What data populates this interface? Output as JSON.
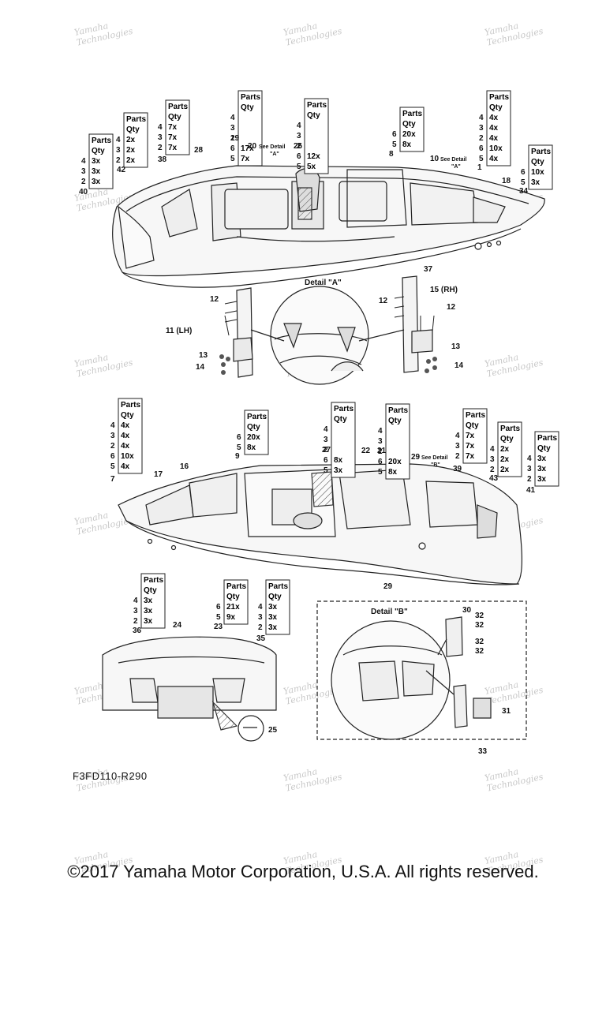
{
  "diagram": {
    "code": "F3FD110-R290",
    "copyright": "©2017 Yamaha Motor Corporation, U.S.A. All rights reserved.",
    "watermark": [
      "Yamaha",
      "Technologies"
    ],
    "box_header": [
      "Parts",
      "Qty"
    ],
    "detail_a_title": "Detail \"A\"",
    "detail_b_title": "Detail \"B\"",
    "see_detail": "See Detail",
    "see_a": "\"A\"",
    "see_b": "\"B\"",
    "lh_label": "11 (LH)",
    "rh_label": "15 (RH)",
    "parts_boxes": [
      {
        "id": "b1",
        "rows": [
          [
            "4",
            "3x"
          ],
          [
            "3",
            "3x"
          ],
          [
            "2",
            "3x"
          ]
        ]
      },
      {
        "id": "b2",
        "rows": [
          [
            "4",
            "2x"
          ],
          [
            "3",
            "2x"
          ],
          [
            "2",
            "2x"
          ]
        ]
      },
      {
        "id": "b3",
        "rows": [
          [
            "4",
            "7x"
          ],
          [
            "3",
            "7x"
          ],
          [
            "2",
            "7x"
          ]
        ]
      },
      {
        "id": "b4",
        "rows": [
          [
            "4",
            ""
          ],
          [
            "3",
            ""
          ],
          [
            "2",
            ""
          ],
          [
            "6",
            "17x"
          ],
          [
            "5",
            "7x"
          ]
        ]
      },
      {
        "id": "b5",
        "rows": [
          [
            "4",
            ""
          ],
          [
            "3",
            ""
          ],
          [
            "2",
            ""
          ],
          [
            "6",
            "12x"
          ],
          [
            "5",
            "5x"
          ]
        ]
      },
      {
        "id": "b6",
        "rows": [
          [
            "6",
            "20x"
          ],
          [
            "5",
            "8x"
          ]
        ]
      },
      {
        "id": "b7",
        "rows": [
          [
            "4",
            "4x"
          ],
          [
            "3",
            "4x"
          ],
          [
            "2",
            "4x"
          ],
          [
            "6",
            "10x"
          ],
          [
            "5",
            "4x"
          ]
        ]
      },
      {
        "id": "b8",
        "rows": [
          [
            "6",
            "10x"
          ],
          [
            "5",
            "3x"
          ]
        ]
      },
      {
        "id": "b9",
        "rows": [
          [
            "4",
            "4x"
          ],
          [
            "3",
            "4x"
          ],
          [
            "2",
            "4x"
          ],
          [
            "6",
            "10x"
          ],
          [
            "5",
            "4x"
          ]
        ]
      },
      {
        "id": "b10",
        "rows": [
          [
            "6",
            "20x"
          ],
          [
            "5",
            "8x"
          ]
        ]
      },
      {
        "id": "b11",
        "rows": [
          [
            "4",
            ""
          ],
          [
            "3",
            ""
          ],
          [
            "2",
            ""
          ],
          [
            "6",
            "8x"
          ],
          [
            "5",
            "3x"
          ]
        ]
      },
      {
        "id": "b12",
        "rows": [
          [
            "4",
            ""
          ],
          [
            "3",
            ""
          ],
          [
            "2",
            ""
          ],
          [
            "6",
            "20x"
          ],
          [
            "5",
            "8x"
          ]
        ]
      },
      {
        "id": "b13",
        "rows": [
          [
            "4",
            "7x"
          ],
          [
            "3",
            "7x"
          ],
          [
            "2",
            "7x"
          ]
        ]
      },
      {
        "id": "b14",
        "rows": [
          [
            "4",
            "2x"
          ],
          [
            "3",
            "2x"
          ],
          [
            "2",
            "2x"
          ]
        ]
      },
      {
        "id": "b15",
        "rows": [
          [
            "4",
            "3x"
          ],
          [
            "3",
            "3x"
          ],
          [
            "2",
            "3x"
          ]
        ]
      },
      {
        "id": "b16",
        "rows": [
          [
            "4",
            "3x"
          ],
          [
            "3",
            "3x"
          ],
          [
            "2",
            "3x"
          ]
        ]
      },
      {
        "id": "b17",
        "rows": [
          [
            "6",
            "21x"
          ],
          [
            "5",
            "9x"
          ]
        ]
      },
      {
        "id": "b18",
        "rows": [
          [
            "4",
            "3x"
          ],
          [
            "3",
            "3x"
          ],
          [
            "2",
            "3x"
          ]
        ]
      }
    ],
    "callouts": [
      "1",
      "7",
      "8",
      "9",
      "10",
      "12",
      "13",
      "14",
      "16",
      "17",
      "18",
      "19",
      "20",
      "21",
      "22",
      "23",
      "24",
      "25",
      "26",
      "27",
      "28",
      "29",
      "30",
      "31",
      "32",
      "33",
      "34",
      "35",
      "36",
      "37",
      "38",
      "39",
      "40",
      "41",
      "42",
      "43"
    ]
  }
}
